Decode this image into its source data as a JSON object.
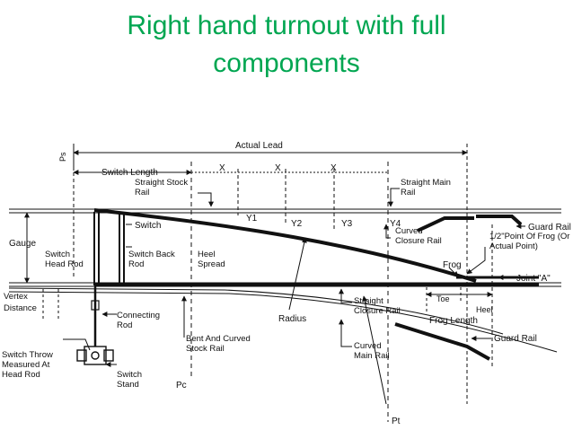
{
  "title": {
    "line1": "Right hand turnout with full",
    "line2": "components"
  },
  "labels": {
    "ps": "Ps",
    "actual_lead": "Actual Lead",
    "switch_length": "Switch Length",
    "x": "X",
    "straight_stock_rail": "Straight Stock Rail",
    "straight_main_rail": "Straight Main Rail",
    "guard_rail_top": "Guard Rail",
    "y1": "Y1",
    "y2": "Y2",
    "y3": "Y3",
    "y4": "Y4",
    "switch": "Switch",
    "gauge": "Gauge",
    "switch_head_rod": "Switch Head Rod",
    "switch_back_rod": "Switch Back Rod",
    "heel_spread": "Heel Spread",
    "curved_closure_rail": "Curved Closure Rail",
    "half_point_frog": "1/2\"Point Of Frog (Or Actual Point)",
    "frog": "Frog",
    "joint_a": "Joint \"A\"",
    "vertex_distance": "Vertex Distance",
    "toe": "Toe",
    "heel": "Heel",
    "straight_closure_rail": "Straight Closure Rail",
    "frog_length": "Frog Length",
    "connecting_rod": "Connecting Rod",
    "bent_curved_stock_rail": "Bent And Curved Stock Rail",
    "radius": "Radius",
    "curved_main_rail": "Curved Main Rail",
    "guard_rail_bottom": "Guard Rail",
    "switch_throw": "Switch Throw Measured At Head Rod",
    "switch_stand": "Switch Stand",
    "pc": "Pc",
    "pt": "Pt"
  }
}
